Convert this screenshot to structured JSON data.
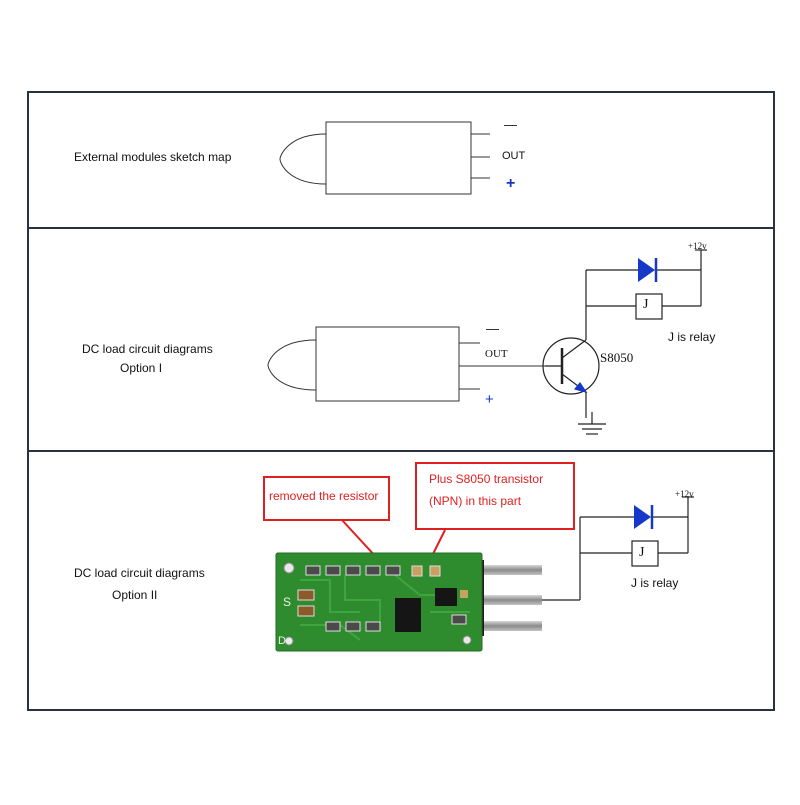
{
  "section1": {
    "label": "External modules sketch map",
    "pins": {
      "minus": "—",
      "out": "OUT",
      "plus": "+"
    }
  },
  "section2": {
    "label_line1": "DC load circuit diagrams",
    "label_line2": "Option  I",
    "pins": {
      "minus": "—",
      "out": "OUT",
      "plus": "+"
    },
    "transistor": "S8050",
    "supply": "+12v",
    "relay": "J",
    "relay_note": "J is relay"
  },
  "section3": {
    "label_line1": "DC load circuit diagrams",
    "label_line2": "Option II",
    "callout_left": "removed the resistor",
    "callout_right_line1": "Plus S8050 transistor",
    "callout_right_line2": "(NPN) in this part",
    "board_marks": {
      "s": "S",
      "plus": "D+"
    },
    "supply": "+12v",
    "relay": "J",
    "relay_note": "J is relay"
  },
  "colors": {
    "frame": "#2a3140",
    "callout": "#e02020",
    "board": "#2e8b2e",
    "diode": "#1538c8"
  }
}
